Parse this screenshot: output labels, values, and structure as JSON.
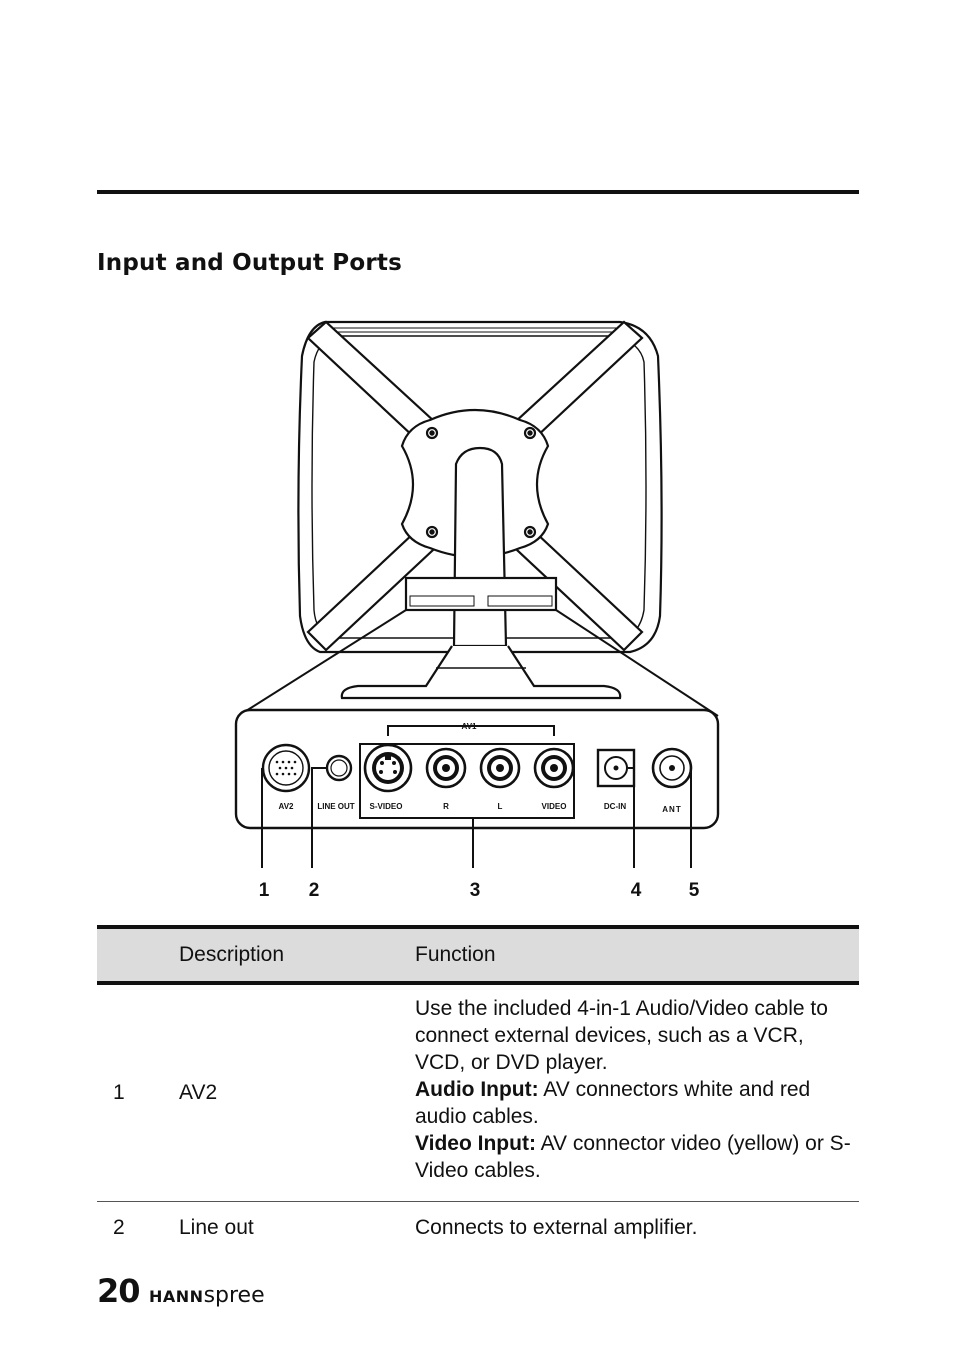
{
  "section": {
    "title": "Input and Output Ports"
  },
  "diagram": {
    "panel_group_label": "AV1",
    "port_labels": {
      "av2": "AV2",
      "line_out": "LINE OUT",
      "s_video": "S-VIDEO",
      "r": "R",
      "l": "L",
      "video": "VIDEO",
      "dc_in": "DC-IN",
      "ant": "ANT"
    },
    "callouts": [
      "1",
      "2",
      "3",
      "4",
      "5"
    ]
  },
  "table": {
    "headers": {
      "number": "",
      "description": "Description",
      "function": "Function"
    },
    "rows": [
      {
        "number": "1",
        "description": "AV2",
        "function_intro": "Use the included 4-in-1 Audio/Video cable to connect external devices, such as a VCR, VCD, or DVD player.",
        "audio_label": "Audio Input:",
        "audio_text": " AV connectors white and red audio cables.",
        "video_label": "Video Input:",
        "video_text": " AV connector video (yellow) or S-Video cables."
      },
      {
        "number": "2",
        "description": "Line out",
        "function_intro": "Connects to external amplifier."
      }
    ]
  },
  "footer": {
    "page_number": "20",
    "brand_bold": "HANN",
    "brand_light": "spree"
  }
}
